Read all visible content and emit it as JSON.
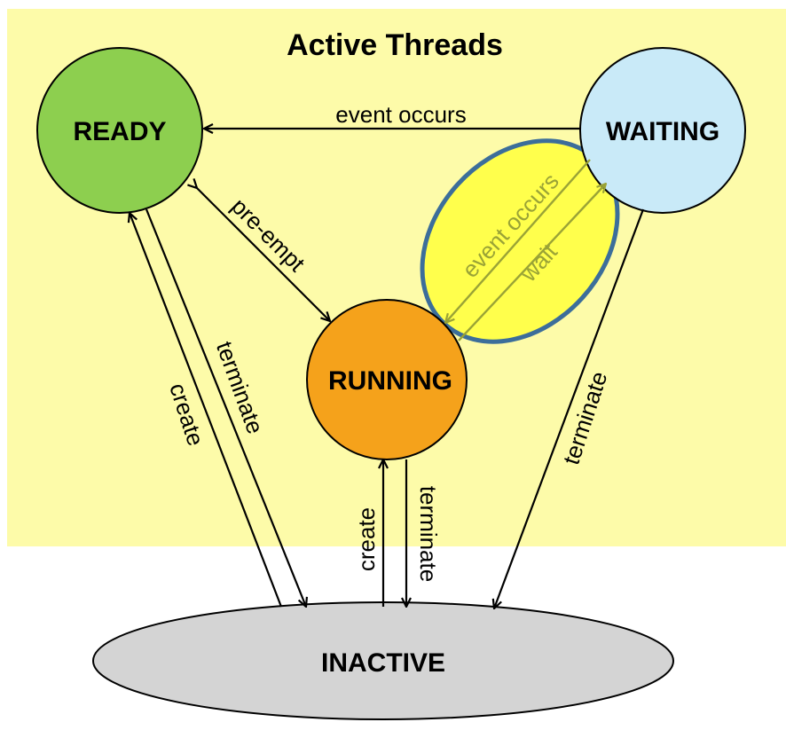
{
  "title": "Active Threads",
  "colors": {
    "active_region": "#fdfba9",
    "ready": "#8dcf4f",
    "running": "#f5a21b",
    "waiting": "#c9eaf8",
    "inactive": "#d4d4d4",
    "highlight_fill": "#ffff3c",
    "highlight_stroke": "#3c6e9a",
    "highlight_arrow": "#9aa336"
  },
  "nodes": {
    "ready": "READY",
    "waiting": "WAITING",
    "running": "RUNNING",
    "inactive": "INACTIVE"
  },
  "edges": {
    "waiting_to_ready": "event occurs",
    "ready_to_running": "pre-empt",
    "running_to_waiting": "wait",
    "waiting_to_running": "event occurs",
    "inactive_to_ready": "create",
    "ready_to_inactive": "terminate",
    "inactive_to_running": "create",
    "running_to_inactive": "terminate",
    "waiting_to_inactive": "terminate"
  }
}
